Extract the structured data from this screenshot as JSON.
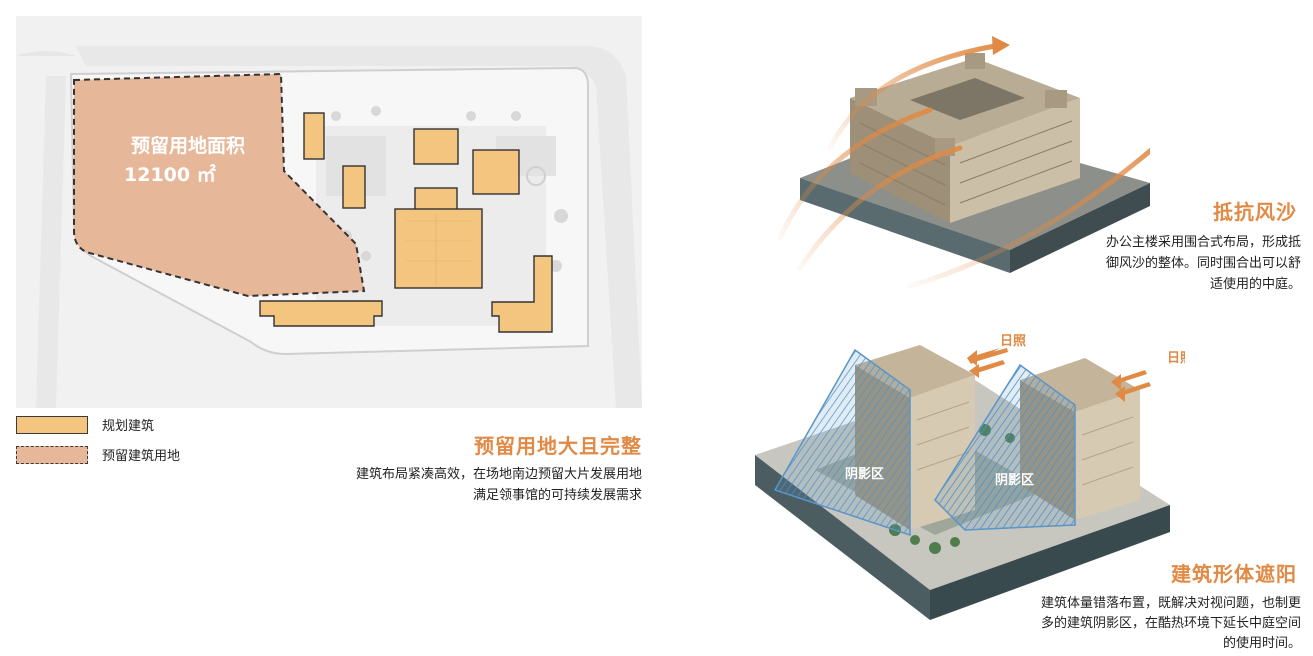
{
  "plan": {
    "reserved_area_title": "预留用地面积",
    "reserved_area_value": "12100 ㎡"
  },
  "legend": [
    {
      "label": "规划建筑"
    },
    {
      "label": "预留建筑用地"
    }
  ],
  "sections": {
    "reserved_land": {
      "title": "预留用地大且完整",
      "lines": [
        "建筑布局紧凑高效，在场地南边预留大片发展用地",
        "满足领事馆的可持续发展需求"
      ]
    },
    "wind_sand": {
      "title": "抵抗风沙",
      "lines": [
        "办公主楼采用围合式布局，形成抵",
        "御风沙的整体。同时围合出可以舒",
        "适使用的中庭。"
      ]
    },
    "shading": {
      "title": "建筑形体遮阳",
      "lines": [
        "建筑体量错落布置，既解决对视问题，也制更",
        "多的建筑阴影区，在酷热环境下延长中庭空间",
        "的使用时间。"
      ]
    }
  },
  "diagram_labels": {
    "sun_1": "日照",
    "sun_2": "日照",
    "shadow_1": "阴影区",
    "shadow_2": "阴影区"
  },
  "colors": {
    "accent": "#e08a45",
    "planned_building": "#f3c57e",
    "reserved_land": "#e7b799",
    "shadow_blue": "#5b95c8"
  }
}
